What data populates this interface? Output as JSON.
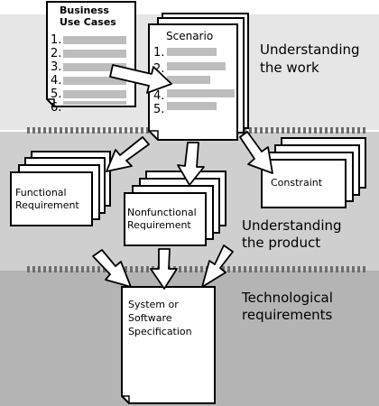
{
  "bands": {
    "work": {
      "label_line1": "Understanding",
      "label_line2": "the work"
    },
    "product": {
      "label_line1": "Understanding",
      "label_line2": "the product"
    },
    "tech": {
      "label_line1": "Technological",
      "label_line2": "requirements"
    }
  },
  "documents": {
    "business_use_cases": {
      "title_line1": "Business",
      "title_line2": "Use Cases",
      "items": [
        "1.",
        "2.",
        "3.",
        "4.",
        "5.",
        "6."
      ]
    },
    "scenario": {
      "title": "Scenario",
      "items": [
        "1.",
        "2.",
        "3.",
        "4.",
        "5."
      ]
    },
    "functional_requirement": {
      "line1": "Functional",
      "line2": "Requirement"
    },
    "nonfunctional_requirement": {
      "line1": "Nonfunctional",
      "line2": "Requirement"
    },
    "constraint": {
      "line1": "Constraint"
    },
    "system_spec": {
      "line1": "System or",
      "line2": "Software",
      "line3": "Specification"
    }
  },
  "colors": {
    "band_top": "#e6e6e6",
    "band_middle": "#cfcfcf",
    "band_bottom": "#b4b4b4",
    "placeholder_bar": "#bdbdbd",
    "separator": "#6e6e6e"
  }
}
